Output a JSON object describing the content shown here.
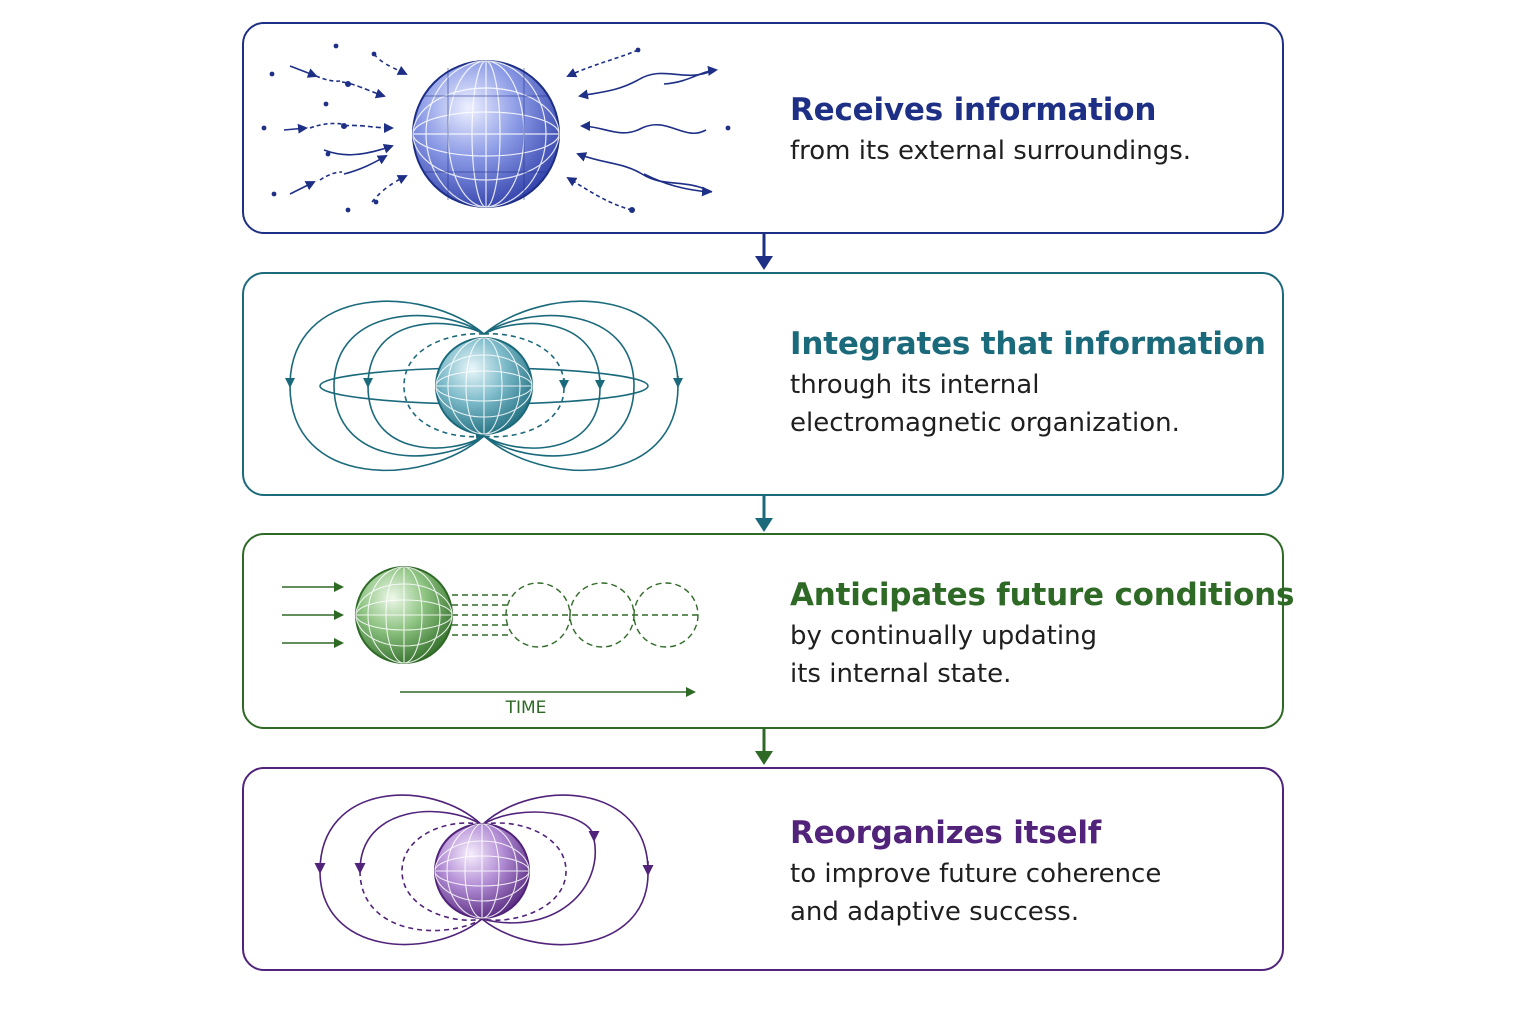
{
  "colors": {
    "stage1": "#1e2f86",
    "stage2": "#1b6a7c",
    "stage3": "#2e6a26",
    "stage4": "#51237a"
  },
  "stages": [
    {
      "heading": "Receives information",
      "lines": [
        "from its external surroundings."
      ],
      "icon": "sphere-with-incoming-signals-icon"
    },
    {
      "heading": "Integrates that information",
      "lines": [
        "through its internal",
        "electromagnetic organization."
      ],
      "icon": "sphere-with-field-lines-icon"
    },
    {
      "heading": "Anticipates future conditions",
      "lines": [
        "by continually updating",
        "its internal state."
      ],
      "icon": "sphere-projected-over-time-icon",
      "axis_label": "TIME"
    },
    {
      "heading": "Reorganizes itself",
      "lines": [
        "to improve future coherence",
        "and adaptive success."
      ],
      "icon": "sphere-with-reorganizing-loops-icon"
    }
  ]
}
